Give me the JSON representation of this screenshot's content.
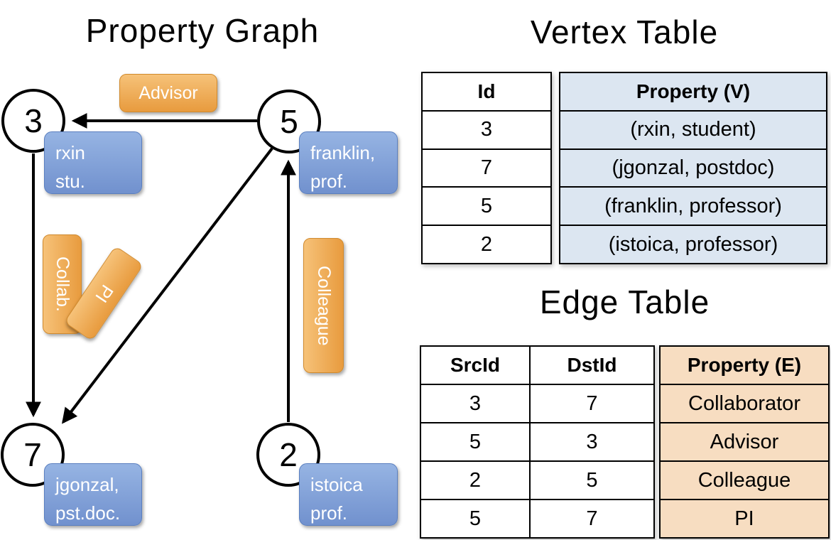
{
  "graph": {
    "title": "Property Graph",
    "nodes": [
      {
        "id": "3",
        "label": [
          "rxin",
          "stu."
        ]
      },
      {
        "id": "5",
        "label": [
          "franklin,",
          "prof."
        ]
      },
      {
        "id": "7",
        "label": [
          "jgonzal,",
          "pst.doc."
        ]
      },
      {
        "id": "2",
        "label": [
          "istoica",
          "prof."
        ]
      }
    ],
    "edges": [
      {
        "from": "5",
        "to": "3",
        "label": "Advisor"
      },
      {
        "from": "3",
        "to": "7",
        "label": "Collab."
      },
      {
        "from": "5",
        "to": "7",
        "label": "PI"
      },
      {
        "from": "2",
        "to": "5",
        "label": "Colleague"
      }
    ]
  },
  "vertex_table": {
    "title": "Vertex Table",
    "columns": {
      "id": "Id",
      "property": "Property (V)"
    },
    "rows": [
      {
        "id": "3",
        "property": "(rxin, student)"
      },
      {
        "id": "7",
        "property": "(jgonzal, postdoc)"
      },
      {
        "id": "5",
        "property": "(franklin, professor)"
      },
      {
        "id": "2",
        "property": "(istoica, professor)"
      }
    ]
  },
  "edge_table": {
    "title": "Edge Table",
    "columns": {
      "src": "SrcId",
      "dst": "DstId",
      "property": "Property (E)"
    },
    "rows": [
      {
        "src": "3",
        "dst": "7",
        "property": "Collaborator"
      },
      {
        "src": "5",
        "dst": "3",
        "property": "Advisor"
      },
      {
        "src": "2",
        "dst": "5",
        "property": "Colleague"
      },
      {
        "src": "5",
        "dst": "7",
        "property": "PI"
      }
    ]
  },
  "colors": {
    "orange_box_light": "#f6c279",
    "orange_box_dark": "#e89b3e",
    "orange_box_border": "#d18a2d",
    "blue_box_light": "#96b4e3",
    "blue_box_dark": "#7191ce",
    "blue_box_border": "#5a7fc0",
    "table_blue": "#dce6f1",
    "table_orange": "#f7ddc1",
    "line_black": "#000000"
  }
}
